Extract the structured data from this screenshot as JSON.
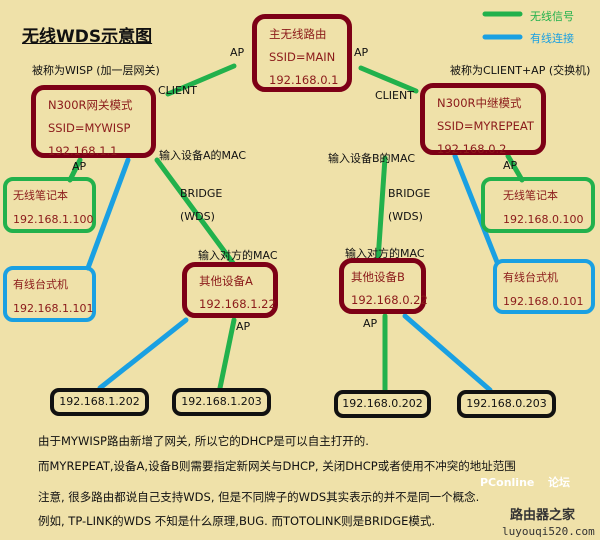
{
  "title": "无线WDS示意图",
  "legend": {
    "wireless": "无线信号",
    "wired": "有线连接",
    "wireless_color": "#22b14c",
    "wired_color": "#1aa0e2"
  },
  "main_router": {
    "name": "主无线路由",
    "ssid": "SSID=MAIN",
    "ip": "192.168.0.1",
    "ap_left": "AP",
    "ap_right": "AP"
  },
  "wisp": {
    "caption": "被称为WISP (加一层网关)",
    "name": "N300R网关模式",
    "ssid": "SSID=MYWISP",
    "ip": "192.168.1.1",
    "client": "CLIENT",
    "ap": "AP",
    "mac_note": "输入设备A的MAC",
    "bridge": "BRIDGE",
    "wds": "(WDS)"
  },
  "repeater": {
    "caption": "被称为CLIENT+AP (交换机)",
    "name": "N300R中继模式",
    "ssid": "SSID=MYREPEAT",
    "ip": "192.168.0.2",
    "client": "CLIENT",
    "ap": "AP",
    "mac_note": "输入设备B的MAC",
    "bridge": "BRIDGE",
    "wds": "(WDS)"
  },
  "left_laptop": {
    "name": "无线笔记本",
    "ip": "192.168.1.100"
  },
  "left_desktop": {
    "name": "有线台式机",
    "ip": "192.168.1.101"
  },
  "right_laptop": {
    "name": "无线笔记本",
    "ip": "192.168.0.100"
  },
  "right_desktop": {
    "name": "有线台式机",
    "ip": "192.168.0.101"
  },
  "device_a": {
    "mac_note": "输入对方的MAC",
    "name": "其他设备A",
    "ip": "192.168.1.22",
    "ap": "AP"
  },
  "device_b": {
    "mac_note": "输入对方的MAC",
    "name": "其他设备B",
    "ip": "192.168.0.22",
    "ap": "AP"
  },
  "clients": [
    "192.168.1.202",
    "192.168.1.203",
    "192.168.0.202",
    "192.168.0.203"
  ],
  "notes": [
    "由于MYWISP路由新增了网关, 所以它的DHCP是可以自主打开的.",
    "而MYREPEAT,设备A,设备B则需要指定新网关与DHCP, 关闭DHCP或者使用不冲突的地址范围",
    "注意, 很多路由都说自己支持WDS, 但是不同牌子的WDS其实表示的并不是同一个概念.",
    "例如, TP-LINK的WDS 不知是什么原理,BUG.  而TOTOLINK则是BRIDGE模式."
  ],
  "watermark": {
    "brand": "PConline",
    "forum": "论坛",
    "site_name": "路由器之家",
    "url": "luyouqi520.com"
  }
}
